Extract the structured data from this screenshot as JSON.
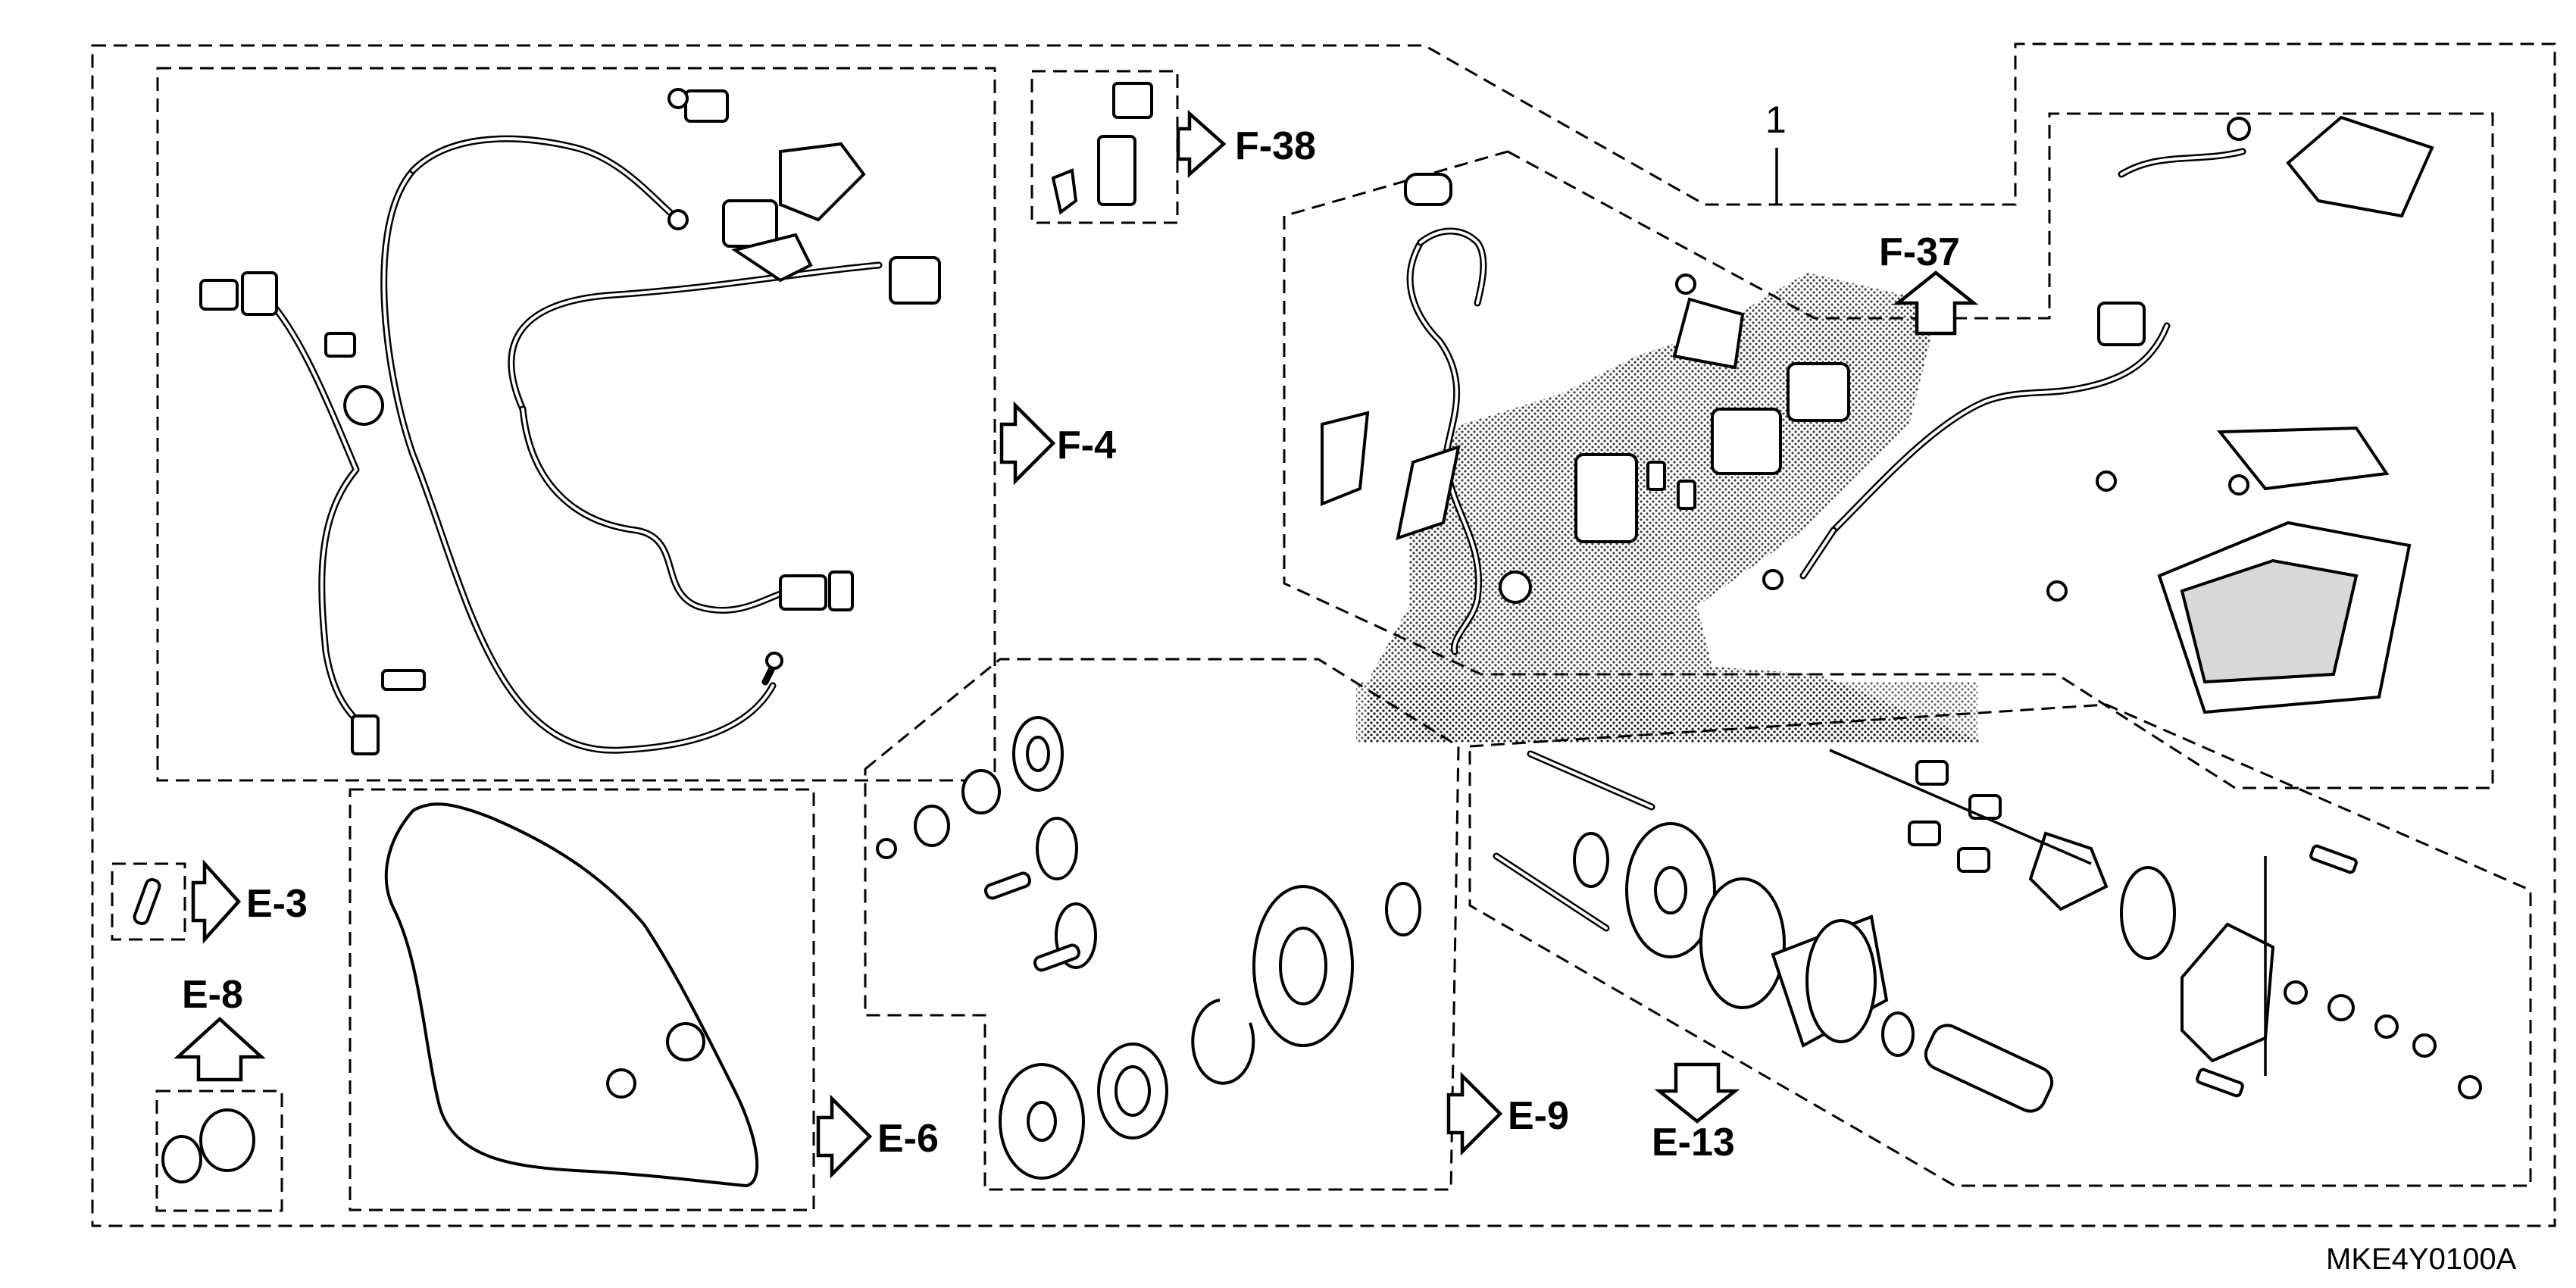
{
  "diagram": {
    "callout_number": "1",
    "drawing_code": "MKE4Y0100A",
    "refs": {
      "f38": "F-38",
      "f37": "F-37",
      "f4": "F-4",
      "e3": "E-3",
      "e8": "E-8",
      "e6": "E-6",
      "e9": "E-9",
      "e13": "E-13"
    }
  }
}
